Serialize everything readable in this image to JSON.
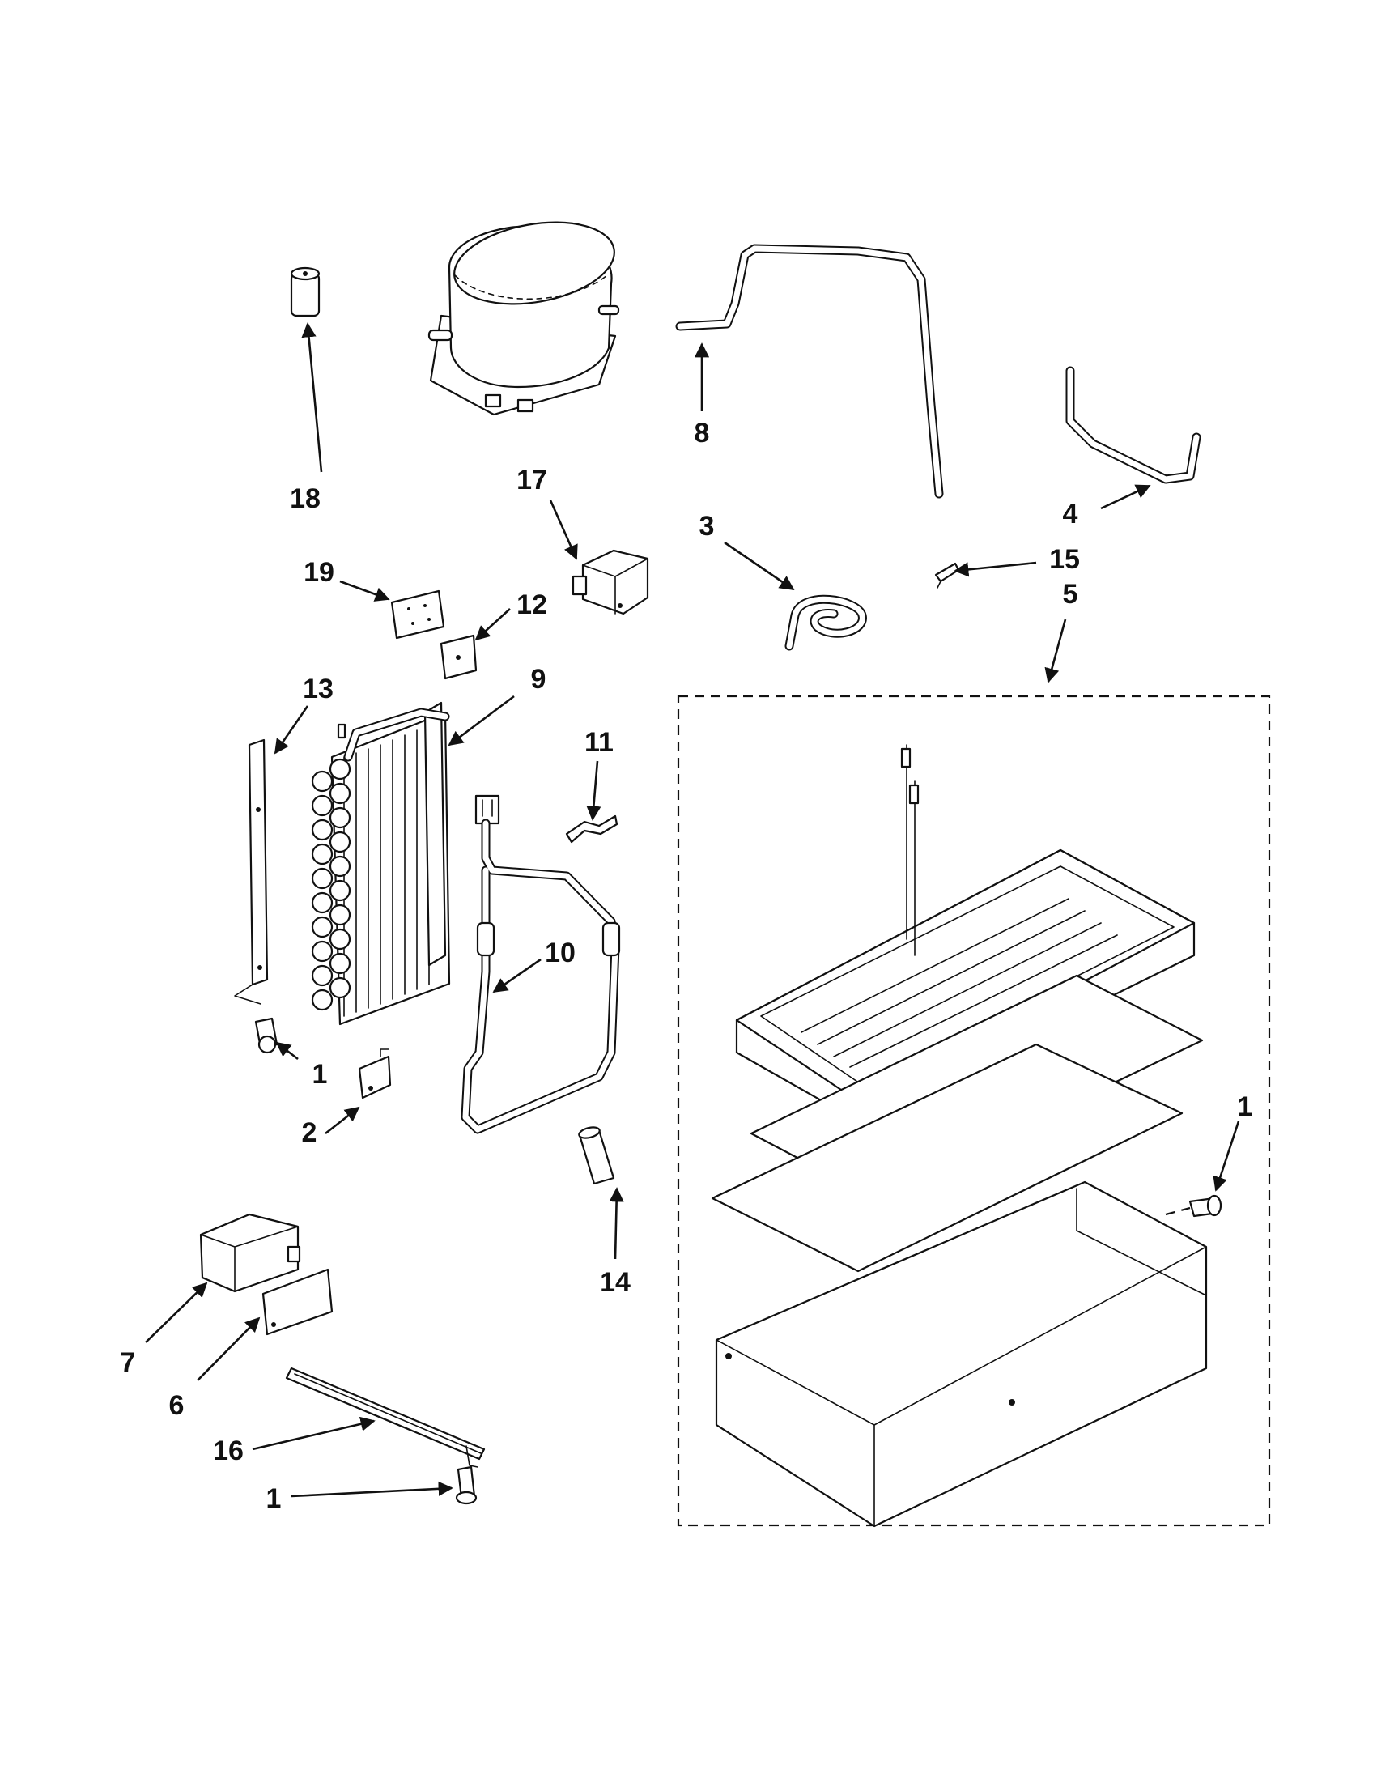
{
  "diagram": {
    "callouts": {
      "c1_screw_top": "1",
      "c1_screw_right": "1",
      "c1_screw_bottom": "1",
      "c2_bracket": "2",
      "c3_tube": "3",
      "c4_tube": "4",
      "c5_drain_pan_assembly": "5",
      "c6_plate": "6",
      "c7_bracket": "7",
      "c8_tube": "8",
      "c9_condenser": "9",
      "c10_harness": "10",
      "c11_clip": "11",
      "c12_plate": "12",
      "c13_rail": "13",
      "c14_sleeve": "14",
      "c15_clip": "15",
      "c16_rail": "16",
      "c17_bracket": "17",
      "c18_cap": "18",
      "c19_pad": "19"
    },
    "colors": {
      "ink": "#111111",
      "paper": "#ffffff"
    }
  }
}
